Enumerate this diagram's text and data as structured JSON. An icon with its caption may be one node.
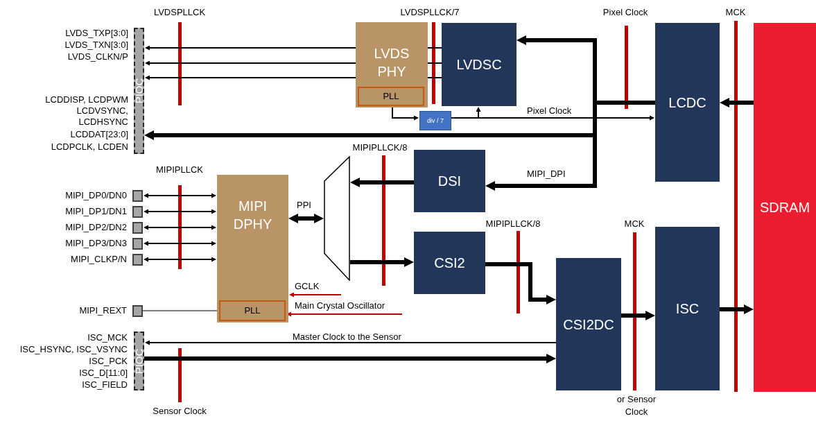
{
  "diagram": {
    "nodes": [
      {
        "text": [
          "PIOC"
        ],
        "beside": [
          "LVDS_TXP[3:0]",
          "LVDS_TXN[3:0]",
          "LVDS_CLKN/P",
          "LCDDISP, LCDPWM",
          "LCDVSYNC, LCDHSYNC",
          "LCDDAT[23:0]",
          "LCDPCLK, LCDEN"
        ]
      },
      {
        "text": [
          "LVDS PHY"
        ]
      },
      {
        "text": [
          "PLL"
        ],
        "in": 1
      },
      {
        "text": [
          "LVDSC"
        ]
      },
      {
        "text": [
          "div / 7"
        ]
      },
      {
        "text": [
          "LCDC"
        ]
      },
      {
        "text": [
          "SDRAM"
        ]
      },
      {
        "text": [
          "DSI"
        ]
      },
      {
        "text": [
          "MIPI DPHY"
        ]
      },
      {
        "text": [
          "PLL"
        ],
        "in": 8
      },
      {
        "text": [],
        "shape": "trapezoid"
      },
      {
        "text": [
          "CSI2"
        ]
      },
      {
        "text": [
          "CSI2DC"
        ]
      },
      {
        "text": [
          "ISC"
        ]
      },
      {
        "text": [],
        "shape": "box",
        "beside": [
          "MIPI_DP0/DN0"
        ]
      },
      {
        "text": [],
        "shape": "box",
        "beside": [
          "MIPI_DP1/DN1"
        ]
      },
      {
        "text": [],
        "shape": "box",
        "beside": [
          "MIPI_DP2/DN2"
        ]
      },
      {
        "text": [],
        "shape": "box",
        "beside": [
          "MIPI_DP3/DN3"
        ]
      },
      {
        "text": [],
        "shape": "box",
        "beside": [
          "MIPI_CLKP/N"
        ]
      },
      {
        "text": [],
        "shape": "box",
        "beside": [
          "MIPI_REXT"
        ]
      },
      {
        "text": [
          "PIOC"
        ],
        "beside": [
          "ISC_MCK",
          "ISC_HSYNC, ISC_VSYNC",
          "ISC_PCK",
          "ISC_D[11:0]",
          "ISC_FIELD"
        ]
      }
    ],
    "edges": [
      {
        "from": 1,
        "to": 0,
        "arrow": "to"
      },
      {
        "from": 1,
        "to": 0,
        "arrow": "to"
      },
      {
        "from": 1,
        "to": 0,
        "arrow": "to"
      },
      {
        "from": 3,
        "to": 1,
        "arrow": "none"
      },
      {
        "from": 3,
        "to": 1,
        "arrow": "none"
      },
      {
        "from": 3,
        "to": 1,
        "arrow": "none"
      },
      {
        "from": 5,
        "to": 3,
        "arrow": "to",
        "style": "thick"
      },
      {
        "from": 5,
        "to": 0,
        "arrow": "to",
        "style": "thick"
      },
      {
        "from": 5,
        "to": 7,
        "arrow": "to",
        "style": "thick",
        "label": "MIPI_DPI"
      },
      {
        "from": 2,
        "to": 4,
        "arrow": "to"
      },
      {
        "from": 4,
        "to": 3,
        "arrow": "to"
      },
      {
        "from": 4,
        "to": 5,
        "arrow": "to",
        "label": "Pixel Clock"
      },
      {
        "from": 6,
        "to": 5,
        "arrow": "to",
        "style": "thick"
      },
      {
        "from": 7,
        "to": 10,
        "arrow": "to",
        "style": "thick"
      },
      {
        "from": 10,
        "to": 11,
        "arrow": "to",
        "style": "thick"
      },
      {
        "from": 11,
        "to": 12,
        "arrow": "to",
        "style": "thick"
      },
      {
        "from": 12,
        "to": 13,
        "arrow": "to",
        "style": "thick"
      },
      {
        "from": 13,
        "to": 6,
        "arrow": "to",
        "style": "thick"
      },
      {
        "from": 8,
        "to": 10,
        "arrow": "both",
        "style": "thick",
        "label": "PPI"
      },
      {
        "from": 14,
        "to": 8,
        "arrow": "both"
      },
      {
        "from": 15,
        "to": 8,
        "arrow": "both"
      },
      {
        "from": 16,
        "to": 8,
        "arrow": "both"
      },
      {
        "from": 17,
        "to": 8,
        "arrow": "both"
      },
      {
        "from": 18,
        "to": 8,
        "arrow": "both"
      },
      {
        "from": 19,
        "to": 9,
        "arrow": "none"
      },
      {
        "from": null,
        "to": 8,
        "arrow": "to",
        "color": "#c00000",
        "label": "GCLK"
      },
      {
        "from": null,
        "to": 9,
        "arrow": "to",
        "color": "#c00000",
        "label": "Main Crystal Oscillator"
      },
      {
        "from": 12,
        "to": 20,
        "arrow": "to",
        "label": "Master Clock to the Sensor"
      },
      {
        "from": 20,
        "to": 12,
        "arrow": "to",
        "style": "thick"
      }
    ],
    "labels": [
      "LVDSPLLCK",
      "LVDSPLLCK/7",
      "Pixel Clock",
      "MCK",
      "MIPIPLLCK/8",
      "MIPIPLLCK",
      "MIPIPLLCK/8",
      "MCK",
      "Sensor Clock",
      "or Sensor Clock"
    ]
  }
}
